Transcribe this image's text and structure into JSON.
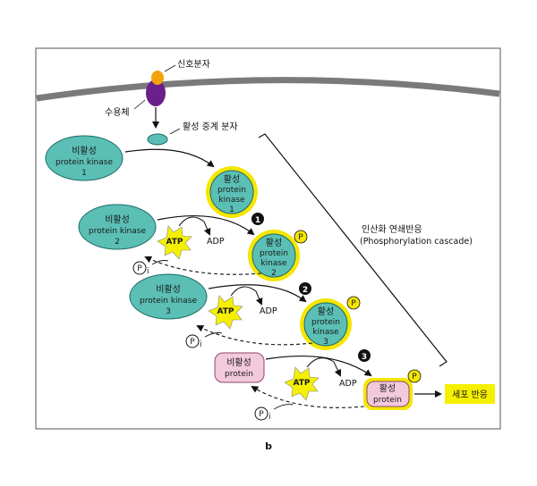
{
  "labels": {
    "signal_molecule": "신호분자",
    "receptor": "수용체",
    "active_relay": "활성 중계 분자",
    "cascade_title_ko": "인산화 연쇄반응",
    "cascade_title_en": "(Phosphorylation cascade)",
    "cell_response": "세포 반응",
    "panel_label": "b"
  },
  "inactive": {
    "pk1": [
      "비활성",
      "protein kinase",
      "1"
    ],
    "pk2": [
      "비활성",
      "protein kinase",
      "2"
    ],
    "pk3": [
      "비활성",
      "protein kinase",
      "3"
    ],
    "protein": [
      "비활성",
      "protein"
    ]
  },
  "active": {
    "pk1": [
      "활성",
      "protein",
      "kinase",
      "1"
    ],
    "pk2": [
      "활성",
      "protein",
      "kinase",
      "2"
    ],
    "pk3": [
      "활성",
      "protein",
      "kinase",
      "3"
    ],
    "protein": [
      "활성",
      "protein"
    ]
  },
  "steps": [
    "1",
    "2",
    "3"
  ],
  "molecules": {
    "atp": "ATP",
    "adp": "ADP",
    "phosphate": "P",
    "inorganic_sub": "i"
  },
  "colors": {
    "membrane": "#7a7a7a",
    "kinase_fill": "#5bbfb5",
    "active_ring": "#f5e600",
    "atp_fill": "#f5f000",
    "protein_fill": "#f3c9dc",
    "receptor": "#6b1f8a",
    "signal": "#f2a20a",
    "response_fill": "#f5f000"
  }
}
